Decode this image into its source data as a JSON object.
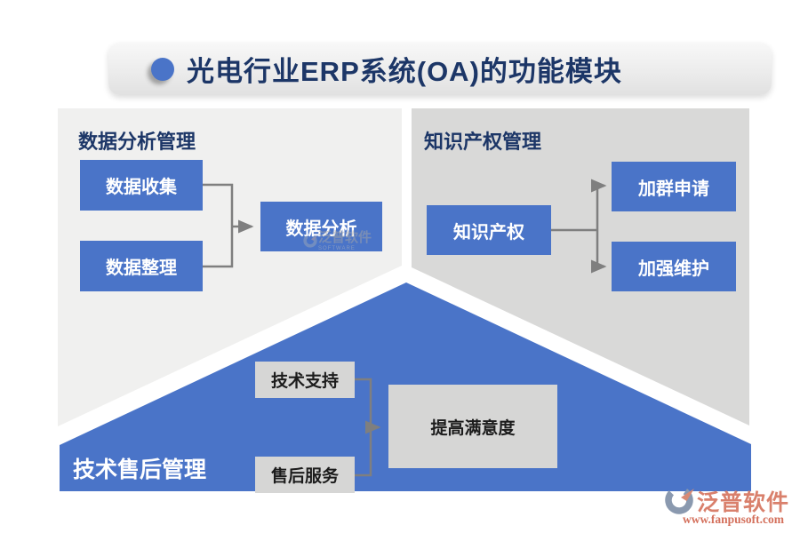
{
  "title": {
    "text": "光电行业ERP系统(OA)的功能模块"
  },
  "panels": {
    "data_analysis": {
      "heading": "数据分析管理",
      "nodes": {
        "collect": "数据收集",
        "organize": "数据整理",
        "analyze": "数据分析"
      }
    },
    "intellectual_property": {
      "heading": "知识产权管理",
      "nodes": {
        "source": "知识产权",
        "apply": "加群申请",
        "maintain": "加强维护"
      }
    },
    "after_sales": {
      "heading": "技术售后管理",
      "nodes": {
        "support": "技术支持",
        "service": "售后服务",
        "satisfaction": "提高满意度"
      }
    }
  },
  "watermark": {
    "name": "泛普软件",
    "sub": "SOFTWARE"
  },
  "logo": {
    "name": "泛普软件",
    "url": "www.fanpusoft.com"
  },
  "colors": {
    "box_blue": "#4a74c8",
    "navy_text": "#1c3667",
    "panel_left": "#f0f0ef",
    "panel_right": "#d9d9d8",
    "gray_box": "#d6d6d5",
    "connector": "#7f7f7f",
    "brand_salmon": "#d9806c"
  }
}
